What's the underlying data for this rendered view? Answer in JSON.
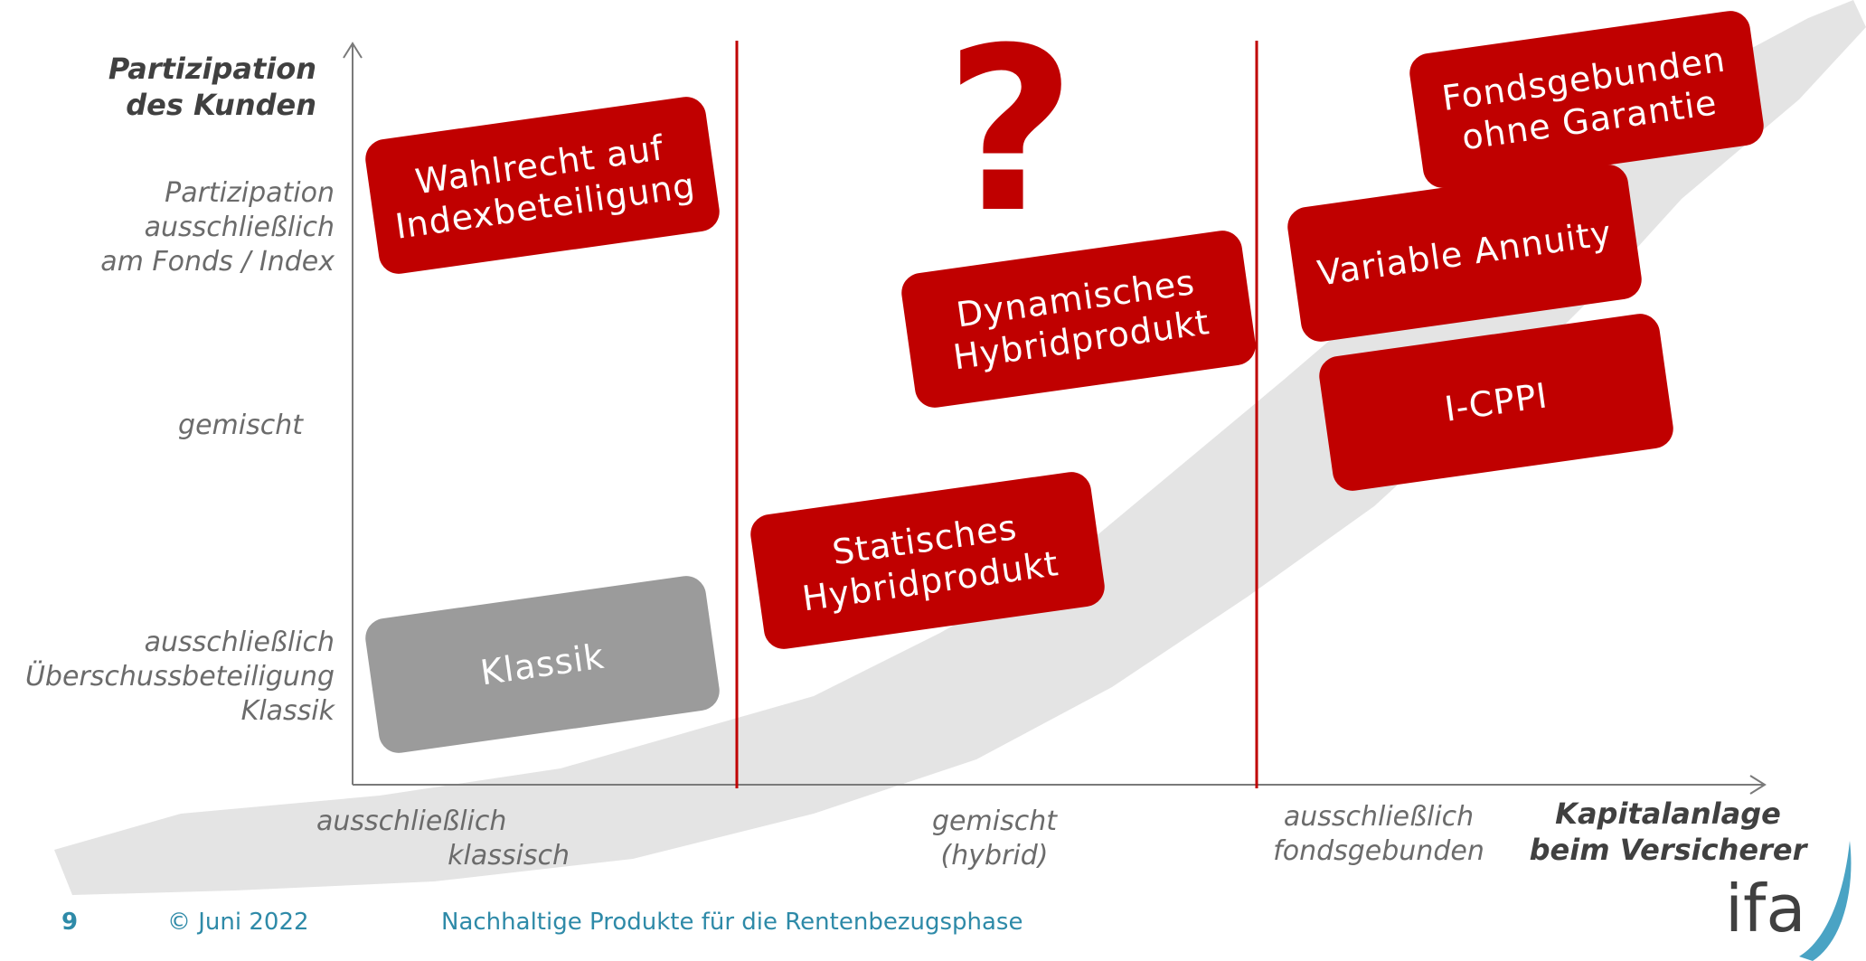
{
  "y_axis": {
    "title_line1": "Partizipation",
    "title_line2": "des Kunden",
    "levels": [
      {
        "lines": [
          "Partizipation",
          "ausschließlich",
          "am Fonds / Index"
        ]
      },
      {
        "lines": [
          "gemischt"
        ]
      },
      {
        "lines": [
          "ausschließlich",
          "Überschussbeteiligung",
          "Klassik"
        ]
      }
    ]
  },
  "x_axis": {
    "title_line1": "Kapitalanlage",
    "title_line2": "beim Versicherer",
    "categories": [
      {
        "line1": "ausschließlich",
        "line2": "klassisch"
      },
      {
        "line1": "gemischt",
        "line2": "(hybrid)"
      },
      {
        "line1": "ausschließlich",
        "line2": "fondsgebunden"
      }
    ]
  },
  "products": [
    {
      "label": "Wahlrecht auf\nIndexbeteiligung",
      "color": "#c00000"
    },
    {
      "label": "Klassik",
      "color": "#9b9b9b"
    },
    {
      "label": "Statisches\nHybridprodukt",
      "color": "#c00000"
    },
    {
      "label": "Dynamisches\nHybridprodukt",
      "color": "#c00000"
    },
    {
      "label": "Fondsgebunden\nohne Garantie",
      "color": "#c00000"
    },
    {
      "label": "Variable Annuity",
      "color": "#c00000"
    },
    {
      "label": "I-CPPI",
      "color": "#c00000"
    }
  ],
  "question_mark": "?",
  "footer": {
    "page": "9",
    "date": "© Juni 2022",
    "title": "Nachhaltige Produkte für die Rentenbezugsphase"
  },
  "logo_text": "ifa",
  "colors": {
    "accent_red": "#c00000",
    "neutral_gray": "#9b9b9b",
    "footer_blue": "#2e8aa8"
  }
}
